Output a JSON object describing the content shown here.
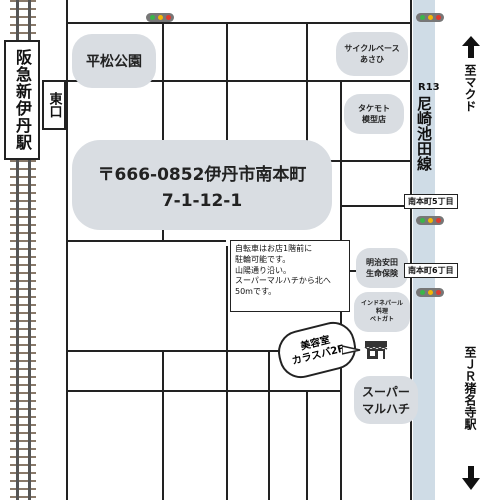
{
  "map": {
    "colors": {
      "background": "#ffffff",
      "main_road": "#cfdce6",
      "area_fill": "#d9dde2",
      "line": "#222222",
      "signal_green": "#3ab54a",
      "signal_yellow": "#f2b705",
      "signal_red": "#e03a2f"
    },
    "station": {
      "name": "阪急新伊丹駅",
      "exit": "東口"
    },
    "landmarks": {
      "park": "平松公園",
      "cycle_shop": "サイクルベース\nあさひ",
      "model_shop": "タケモト\n模型店",
      "insurance": "明治安田\n生命保険",
      "restaurant": "インドネパール\n料理\nベトガト",
      "supermarket": "スーパー\nマルハチ"
    },
    "address": {
      "line1": "〒666-0852伊丹市南本町",
      "line2": "7-1-12-1"
    },
    "route": {
      "number": "R13",
      "name": "尼崎池田線",
      "north_dest": "至マクド",
      "south_dest": "至ＪＲ猪名寺駅"
    },
    "intersections": {
      "first": "南本町5丁目",
      "second": "南本町6丁目"
    },
    "note": {
      "text": "自転車はお店1階前に\n駐輪可能です。\n山陽通り沿い。\nスーパーマルハチから北へ\n50mです。"
    },
    "destination": {
      "label": "美容室\nカラスバ2F",
      "icon": "shop-icon"
    }
  }
}
